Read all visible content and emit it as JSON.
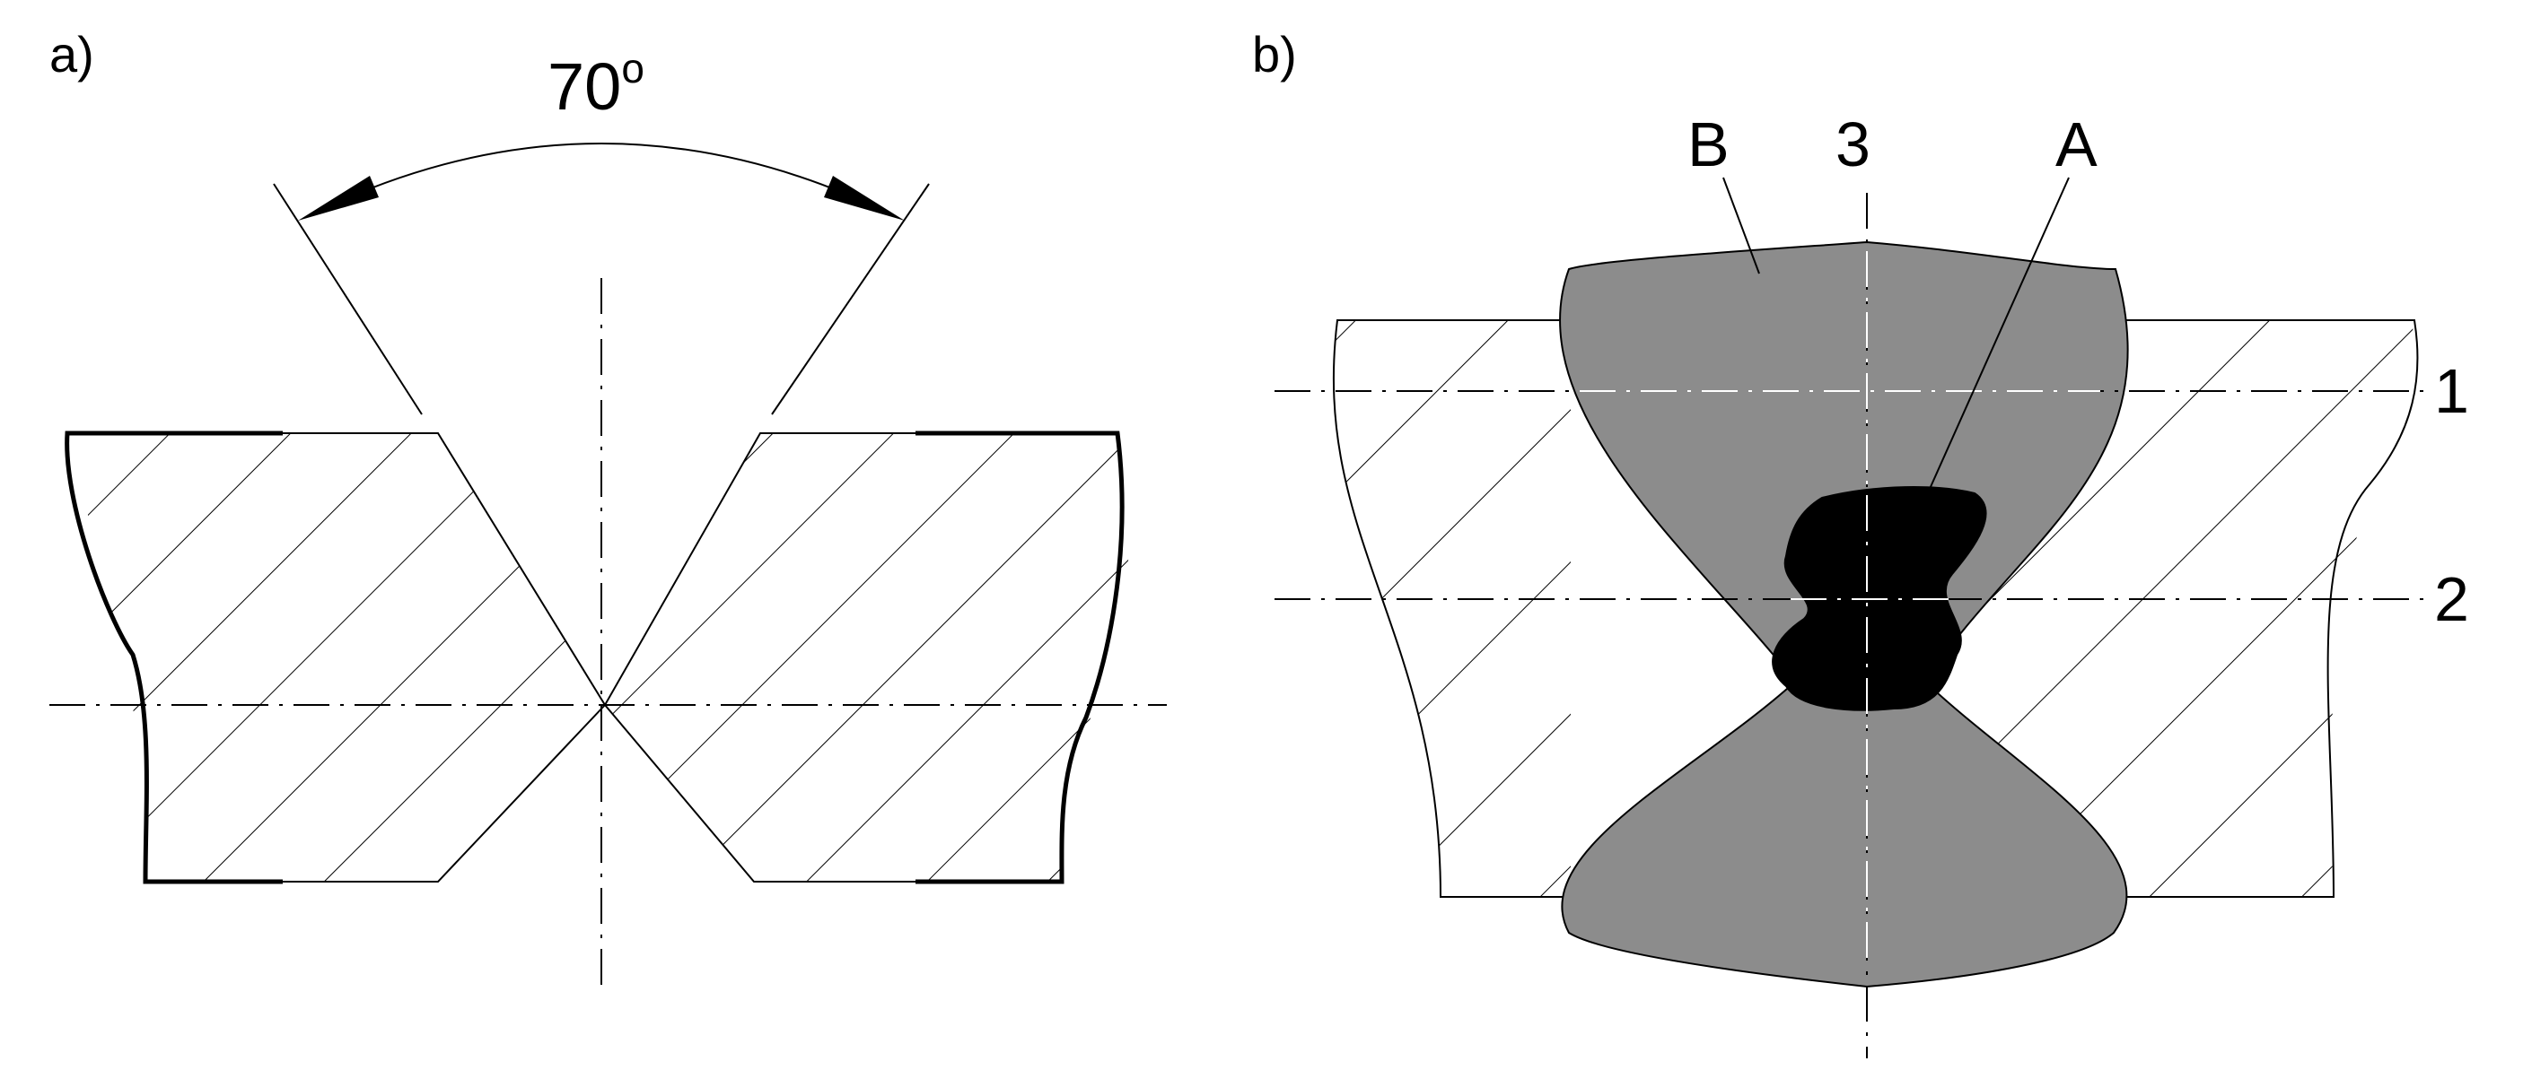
{
  "panel_a": {
    "label": "a)",
    "angle_value": "70",
    "angle_unit": "o"
  },
  "panel_b": {
    "label": "b)",
    "labels": {
      "B": "B",
      "A": "A",
      "axis_3": "3",
      "axis_1": "1",
      "axis_2": "2"
    }
  },
  "colors": {
    "weld_metal": "#8c8c8c",
    "defect": "#000000",
    "line": "#000000"
  }
}
